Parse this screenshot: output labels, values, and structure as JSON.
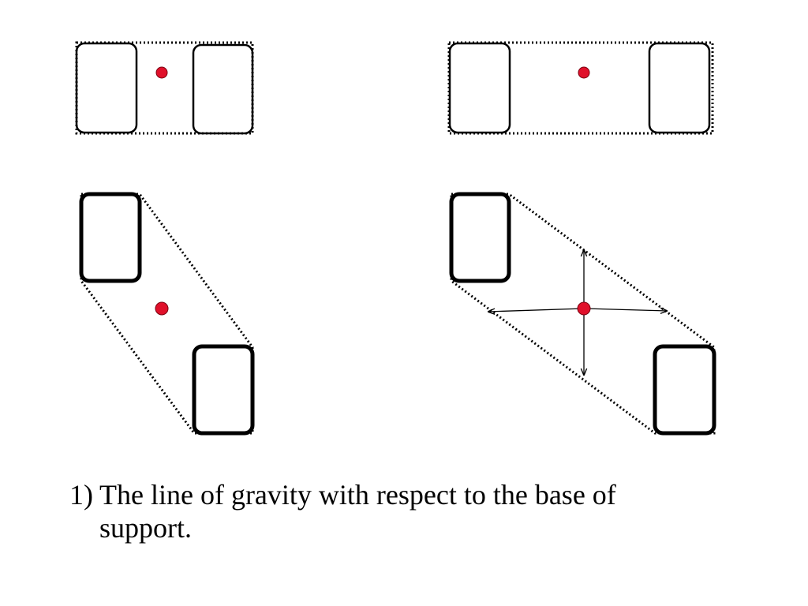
{
  "caption": {
    "number": "1)",
    "line1": "The line of gravity with respect to the base of",
    "line2": "support."
  },
  "colors": {
    "center_of_gravity": "#e0102a",
    "outline": "#000000"
  },
  "panels": [
    {
      "id": "narrow-stance",
      "feet": "side-by-side-close"
    },
    {
      "id": "wide-stance",
      "feet": "side-by-side-far"
    },
    {
      "id": "diagonal-narrow-stance",
      "feet": "diagonal-close"
    },
    {
      "id": "diagonal-wide-stance",
      "feet": "diagonal-far",
      "arrows": [
        "up",
        "down",
        "left",
        "right"
      ]
    }
  ]
}
